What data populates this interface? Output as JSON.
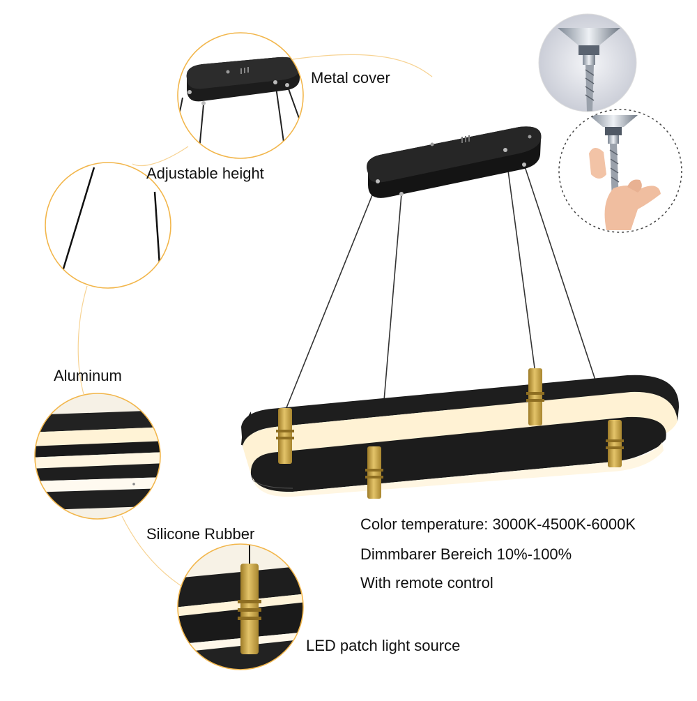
{
  "labels": {
    "metal_cover": "Metal cover",
    "adjustable_height": "Adjustable height",
    "aluminum": "Aluminum",
    "silicone_rubber": "Silicone Rubber",
    "led_source": "LED patch light source"
  },
  "specs": {
    "color_temperature": "Color temperature: 3000K-4500K-6000K",
    "dimming_range": "Dimmbarer Bereich 10%-100%",
    "remote": "With remote control"
  },
  "colors": {
    "callout_ring": "#F2B64B",
    "fixture_black": "#1E1E1E",
    "brass": "#C9A23F",
    "led_glow": "#FFF3D6",
    "text": "#111111"
  },
  "icons": {
    "ceiling_mount_closeup": "ceiling-canopy-photo",
    "hand_adjusting_cable": "hand-adjust-photo"
  }
}
